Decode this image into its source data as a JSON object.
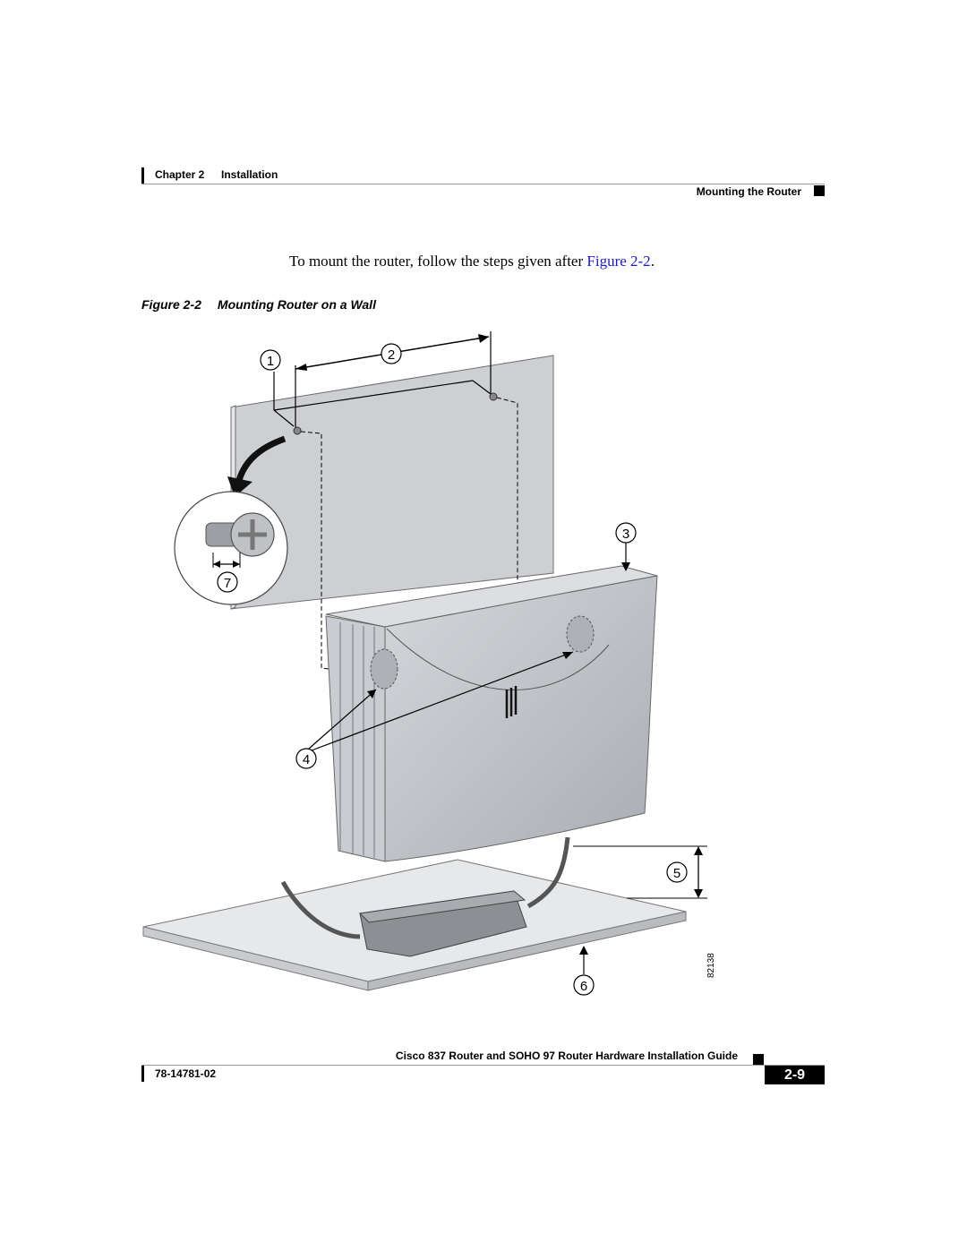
{
  "header": {
    "chapter": "Chapter 2",
    "section": "Installation",
    "running_title": "Mounting the Router"
  },
  "body": {
    "intro_text": "To mount the router, follow the steps given after ",
    "intro_link": "Figure 2-2",
    "intro_end": "."
  },
  "figure": {
    "number": "Figure 2-2",
    "title": "Mounting Router on a Wall",
    "callouts": [
      "1",
      "2",
      "3",
      "4",
      "5",
      "6",
      "7"
    ],
    "art_id": "82138"
  },
  "footer": {
    "guide_title": "Cisco 837 Router and SOHO 97 Router Hardware Installation Guide",
    "doc_number": "78-14781-02",
    "page": "2-9"
  }
}
